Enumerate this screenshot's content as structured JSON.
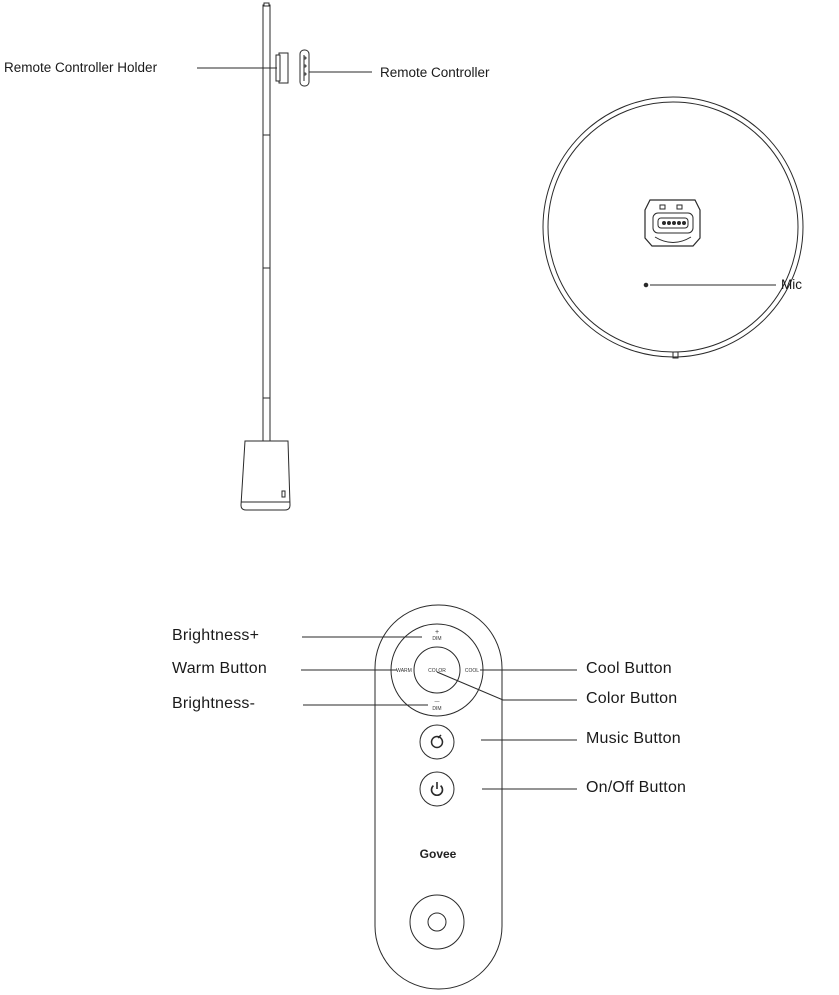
{
  "lamp": {
    "holder_label": "Remote Controller Holder",
    "remote_label": "Remote Controller"
  },
  "base": {
    "mic_label": "Mic"
  },
  "remote": {
    "labels": {
      "brightness_up": "Brightness+",
      "warm": "Warm Button",
      "brightness_down": "Brightness-",
      "cool": "Cool Button",
      "color": "Color Button",
      "music": "Music Button",
      "power": "On/Off Button"
    },
    "button_text": {
      "plus": "+",
      "dim_top": "DIM",
      "warm": "WARM",
      "color": "COLOR",
      "cool": "COOL",
      "minus": "—",
      "dim_bottom": "DIM"
    },
    "brand": "Govee"
  },
  "colors": {
    "line": "#2a2a2a",
    "text": "#1a1a1a"
  }
}
